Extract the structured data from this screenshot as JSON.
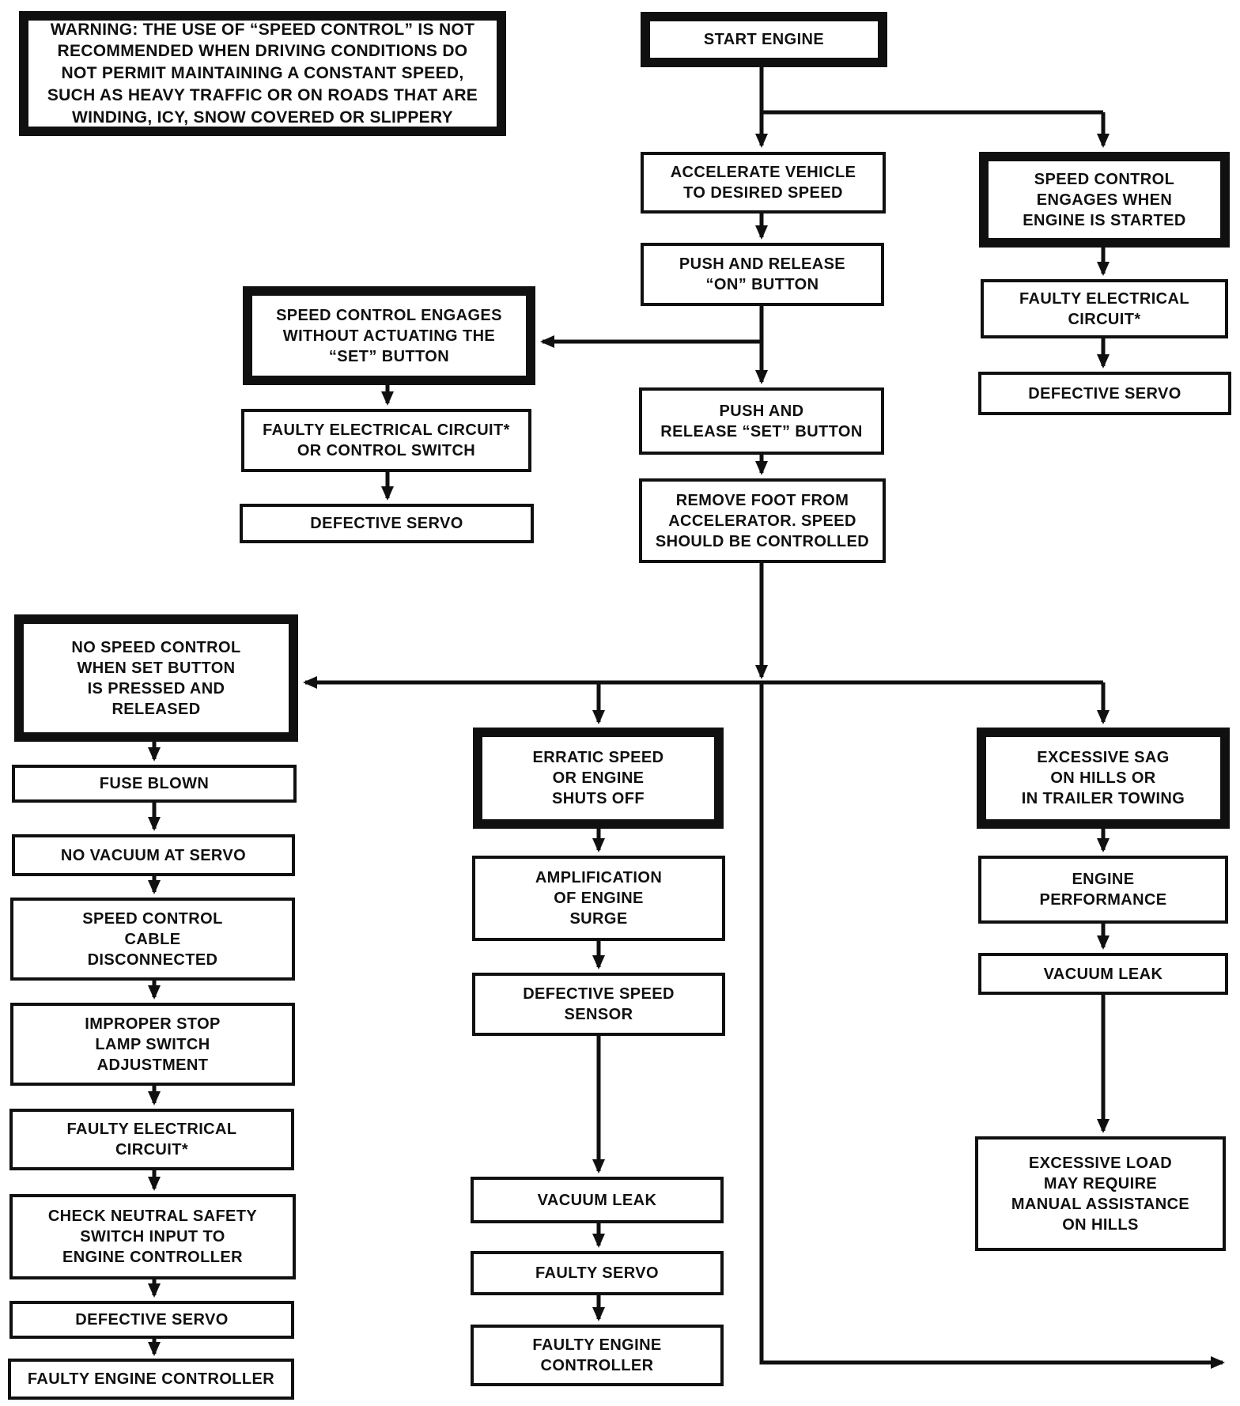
{
  "colors": {
    "ink": "#101010",
    "paper": "#ffffff"
  },
  "warning": {
    "text": "WARNING: THE USE OF “SPEED CONTROL” IS NOT\nRECOMMENDED WHEN DRIVING CONDITIONS DO\nNOT PERMIT MAINTAINING A CONSTANT SPEED,\nSUCH AS HEAVY TRAFFIC OR ON ROADS THAT ARE\nWINDING, ICY, SNOW COVERED OR SLIPPERY"
  },
  "nodes": {
    "start_engine": "START ENGINE",
    "accelerate": "ACCELERATE VEHICLE\nTO DESIRED SPEED",
    "push_on": "PUSH AND RELEASE\n“ON” BUTTON",
    "push_set": "PUSH AND\nRELEASE “SET” BUTTON",
    "remove_foot": "REMOVE FOOT FROM\nACCELERATOR. SPEED\nSHOULD BE CONTROLLED",
    "engages_when_started": "SPEED CONTROL\nENGAGES WHEN\nENGINE IS STARTED",
    "faulty_electrical_top_right": "FAULTY ELECTRICAL\nCIRCUIT*",
    "defective_servo_top_right": "DEFECTIVE SERVO",
    "engages_without_set": "SPEED CONTROL ENGAGES\nWITHOUT ACTUATING THE\n“SET” BUTTON",
    "faulty_electrical_or_control_switch": "FAULTY ELECTRICAL CIRCUIT*\nOR CONTROL SWITCH",
    "defective_servo_mid_left": "DEFECTIVE SERVO",
    "no_speed_control": "NO SPEED CONTROL\nWHEN SET BUTTON\nIS PRESSED AND\nRELEASED",
    "fuse_blown": "FUSE BLOWN",
    "no_vacuum_at_servo": "NO VACUUM AT SERVO",
    "cable_disconnected": "SPEED CONTROL\nCABLE\nDISCONNECTED",
    "improper_stop_lamp": "IMPROPER STOP\nLAMP SWITCH\nADJUSTMENT",
    "faulty_electrical_left": "FAULTY ELECTRICAL\nCIRCUIT*",
    "check_neutral_safety": "CHECK NEUTRAL SAFETY\nSWITCH INPUT TO\nENGINE CONTROLLER",
    "defective_servo_left": "DEFECTIVE SERVO",
    "faulty_engine_controller_left": "FAULTY ENGINE CONTROLLER",
    "erratic_speed": "ERRATIC SPEED\nOR ENGINE\nSHUTS OFF",
    "amplification": "AMPLIFICATION\nOF ENGINE\nSURGE",
    "defective_speed_sensor": "DEFECTIVE SPEED\nSENSOR",
    "vacuum_leak_center": "VACUUM LEAK",
    "faulty_servo": "FAULTY SERVO",
    "faulty_engine_controller_center": "FAULTY ENGINE\nCONTROLLER",
    "excessive_sag": "EXCESSIVE SAG\nON HILLS OR\nIN TRAILER TOWING",
    "engine_performance": "ENGINE\nPERFORMANCE",
    "vacuum_leak_right": "VACUUM LEAK",
    "excessive_load": "EXCESSIVE LOAD\nMAY REQUIRE\nMANUAL ASSISTANCE\nON HILLS"
  }
}
